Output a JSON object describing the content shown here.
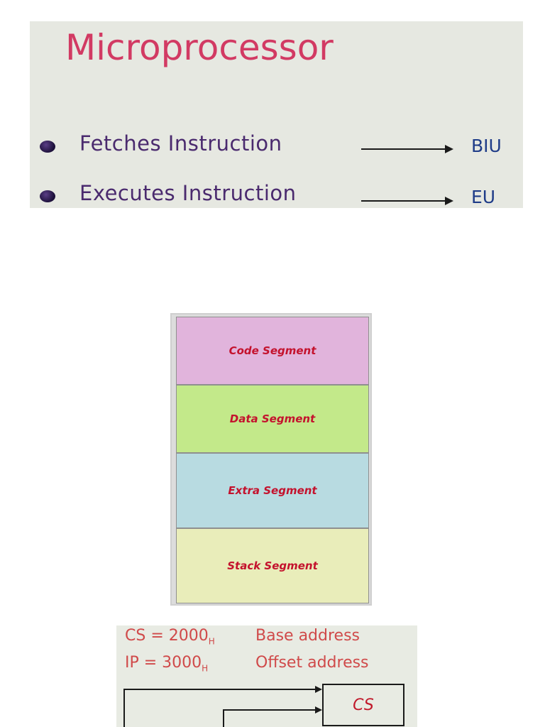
{
  "slide1": {
    "title": "Microprocessor",
    "items": [
      {
        "text": "Fetches Instruction",
        "target": "BIU"
      },
      {
        "text": "Executes Instruction",
        "target": "EU"
      }
    ]
  },
  "segments": [
    {
      "label": "Code Segment",
      "color": "#e1b4dc"
    },
    {
      "label": "Data Segment",
      "color": "#c3e98a"
    },
    {
      "label": "Extra Segment",
      "color": "#b8dbe1"
    },
    {
      "label": "Stack Segment",
      "color": "#e9edba"
    }
  ],
  "slide3": {
    "cs_eq": "CS = 2000",
    "cs_sub": "H",
    "cs_desc": "Base address",
    "ip_eq": "IP = 3000",
    "ip_sub": "H",
    "ip_desc": "Offset address",
    "box_label": "CS"
  }
}
